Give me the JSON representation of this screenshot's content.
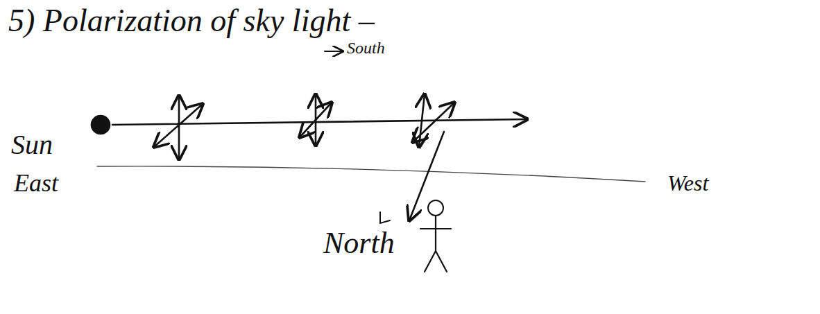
{
  "diagram": {
    "title": "5) Polarization of sky light –",
    "labels": [
      "South",
      "Sun",
      "East",
      "West",
      "North"
    ]
  }
}
